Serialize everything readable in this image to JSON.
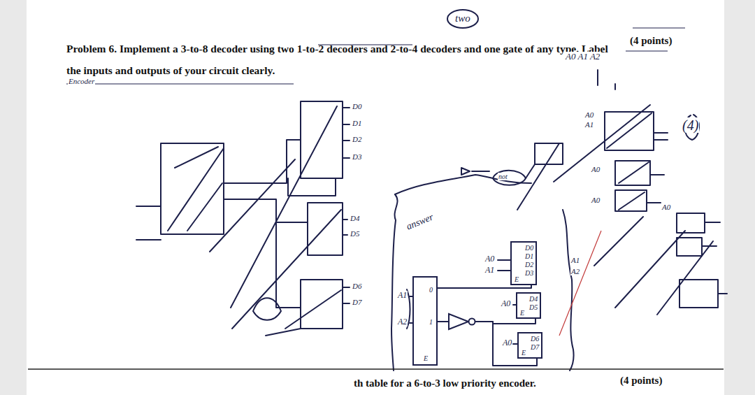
{
  "diagram": {
    "title": "Problem 6. Implement a 3-to-8 decoder using two 1-to-2 decoders and 2-to-4 decoders and one gate of any type. Label the inputs and outputs of your circuit clearly.",
    "nodes": [
      {
        "text": [
          "0",
          "1",
          "E"
        ]
      },
      {
        "text": [
          "D0",
          "D1",
          "D2",
          "D3",
          "E"
        ]
      },
      {
        "text": [
          "D4",
          "D5",
          "E"
        ]
      },
      {
        "text": [
          "D6",
          "D7",
          "E"
        ]
      }
    ],
    "edges": [
      {
        "from": 0,
        "to": 1,
        "arrow": "none"
      },
      {
        "from": 0,
        "to": 2,
        "arrow": "none"
      },
      {
        "from": 0,
        "to": 3,
        "arrow": "none"
      }
    ],
    "labels": [
      "(4 points)",
      "two",
      "Encoder",
      "A0 A1 A2",
      "(4)",
      "D0",
      "D1",
      "D2",
      "D3",
      "D4",
      "D5",
      "D6",
      "D7",
      "A0",
      "A1",
      "A0",
      "A0",
      "not",
      "A0",
      "A1",
      "A2",
      "answer",
      "A0",
      "A1",
      "A0",
      "A0",
      "A1",
      "A2",
      "th table for a 6-to-3 low priority encoder.",
      "(4 points)"
    ]
  }
}
